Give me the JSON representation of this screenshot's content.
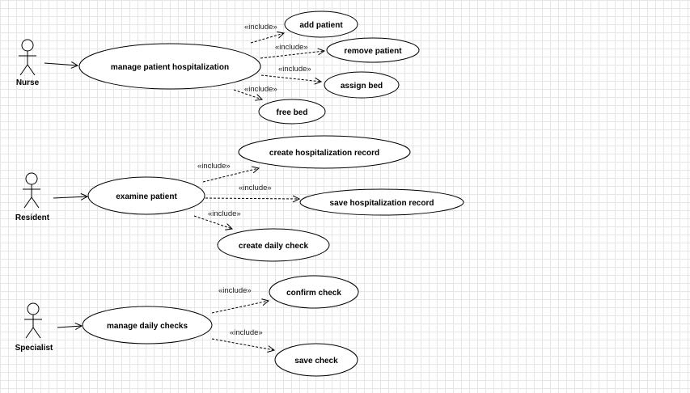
{
  "actors": [
    {
      "id": "nurse",
      "label": "Nurse"
    },
    {
      "id": "resident",
      "label": "Resident"
    },
    {
      "id": "specialist",
      "label": "Specialist"
    }
  ],
  "use_cases": {
    "manage_patient_hospitalization": "manage patient hospitalization",
    "add_patient": "add patient",
    "remove_patient": "remove patient",
    "assign_bed": "assign bed",
    "free_bed": "free bed",
    "examine_patient": "examine patient",
    "create_hospitalization_record": "create hospitalization record",
    "save_hospitalization_record": "save hospitalization record",
    "create_daily_check": "create daily check",
    "manage_daily_checks": "manage daily checks",
    "confirm_check": "confirm check",
    "save_check": "save check"
  },
  "include_label": "«include»"
}
